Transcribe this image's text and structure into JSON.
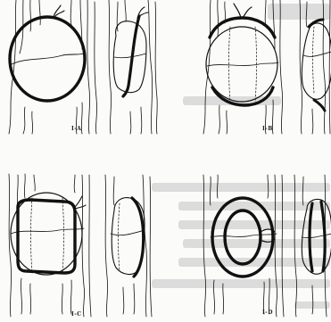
{
  "panels": [
    {
      "label": "I-A"
    },
    {
      "label": "I-B"
    },
    {
      "label": "I-C"
    },
    {
      "label": "I-D"
    }
  ],
  "colors": {
    "ink": "#111111",
    "paper": "#fbfbf9",
    "show_through": "#d6d6d6"
  }
}
